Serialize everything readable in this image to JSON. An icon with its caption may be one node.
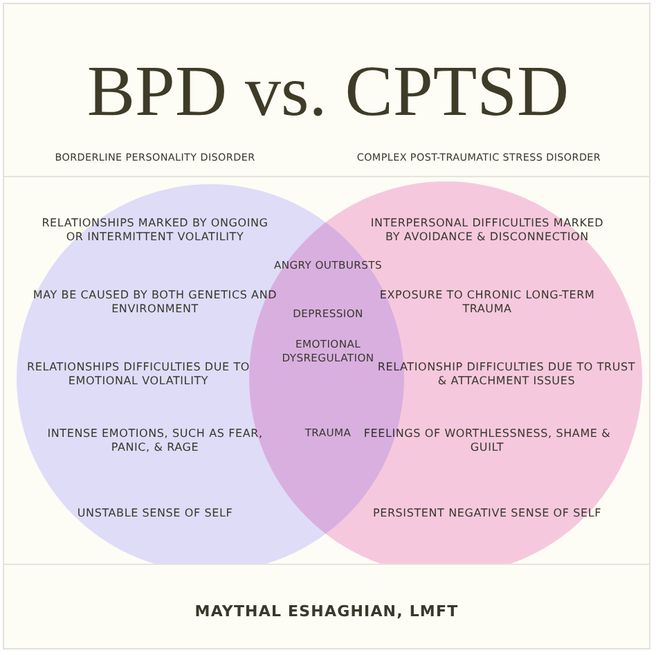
{
  "diagram": {
    "title": "BPD vs. CPTSD",
    "caption": "MAYTHAL ESHAGHIAN, LMFT",
    "nodes": [
      {
        "text": [
          "RELATIONSHIPS MARKED BY ONGOING OR INTERMITTENT VOLATILITY",
          "MAY BE CAUSED BY BOTH GENETICS AND ENVIRONMENT",
          "RELATIONSHIPS DIFFICULTIES DUE TO EMOTIONAL VOLATILITY",
          "INTENSE EMOTIONS, SUCH AS FEAR, PANIC, & RAGE",
          "UNSTABLE SENSE OF SELF"
        ],
        "beside": [
          "BORDERLINE PERSONALITY DISORDER"
        ]
      },
      {
        "text": [
          "INTERPERSONAL DIFFICULTIES MARKED BY AVOIDANCE & DISCONNECTION",
          "EXPOSURE TO CHRONIC LONG-TERM TRAUMA",
          "RELATIONSHIP DIFFICULTIES DUE TO TRUST & ATTACHMENT ISSUES",
          "FEELINGS OF WORTHLESSNESS, SHAME & GUILT",
          "PERSISTENT NEGATIVE SENSE OF SELF"
        ],
        "beside": [
          "COMPLEX POST-TRAUMATIC STRESS DISORDER"
        ]
      }
    ],
    "labels": [
      "ANGRY OUTBURSTS",
      "DEPRESSION",
      "EMOTIONAL DYSREGULATION",
      "TRAUMA"
    ]
  }
}
